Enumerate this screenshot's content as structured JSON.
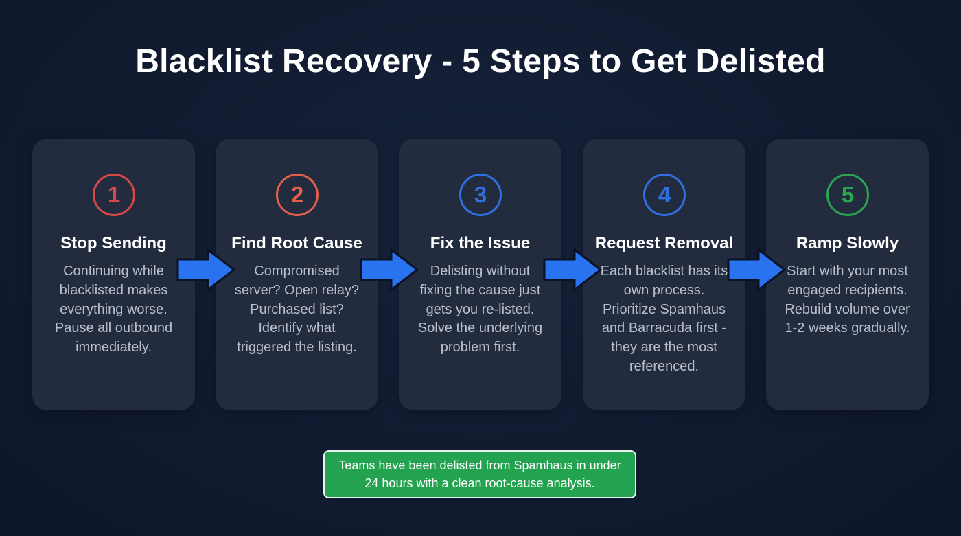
{
  "title": "Blacklist Recovery - 5 Steps to Get Delisted",
  "steps": [
    {
      "number": "1",
      "title": "Stop Sending",
      "description": "Continuing while blacklisted makes everything worse. Pause all outbound immediately.",
      "color": "#d94848"
    },
    {
      "number": "2",
      "title": "Find Root Cause",
      "description": "Compromised server? Open relay? Purchased list? Identify what triggered the listing.",
      "color": "#e0604a"
    },
    {
      "number": "3",
      "title": "Fix the Issue",
      "description": "Delisting without fixing the cause just gets you re-listed. Solve the underlying problem first.",
      "color": "#2f6fe0"
    },
    {
      "number": "4",
      "title": "Request Removal",
      "description": "Each blacklist has its own process. Prioritize Spamhaus and Barracuda first - they are the most referenced.",
      "color": "#2f6fe0"
    },
    {
      "number": "5",
      "title": "Ramp Slowly",
      "description": "Start with your most engaged recipients. Rebuild volume over 1-2 weeks gradually.",
      "color": "#2aa552"
    }
  ],
  "arrow_color": "#2a73f0",
  "note": "Teams have been delisted from Spamhaus in under 24 hours with a clean root-cause analysis."
}
